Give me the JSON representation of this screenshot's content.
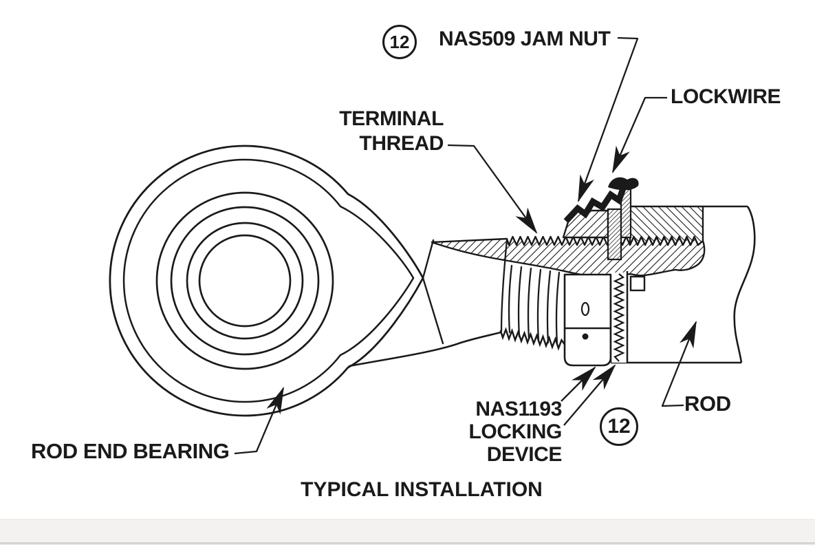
{
  "diagram": {
    "callout_top": {
      "number": "12"
    },
    "callout_bottom": {
      "number": "12"
    },
    "labels": {
      "jam_nut": "NAS509 JAM NUT",
      "lockwire": "LOCKWIRE",
      "terminal_thread_line1": "TERMINAL",
      "terminal_thread_line2": "THREAD",
      "rod_end_bearing": "ROD END BEARING",
      "locking_device_line1": "NAS1193",
      "locking_device_line2": "LOCKING DEVICE",
      "rod": "ROD"
    },
    "caption": "TYPICAL INSTALLATION",
    "colors": {
      "ink": "#1a1a1a",
      "background": "#ffffff",
      "footer_band": "#f4f2f0"
    }
  }
}
